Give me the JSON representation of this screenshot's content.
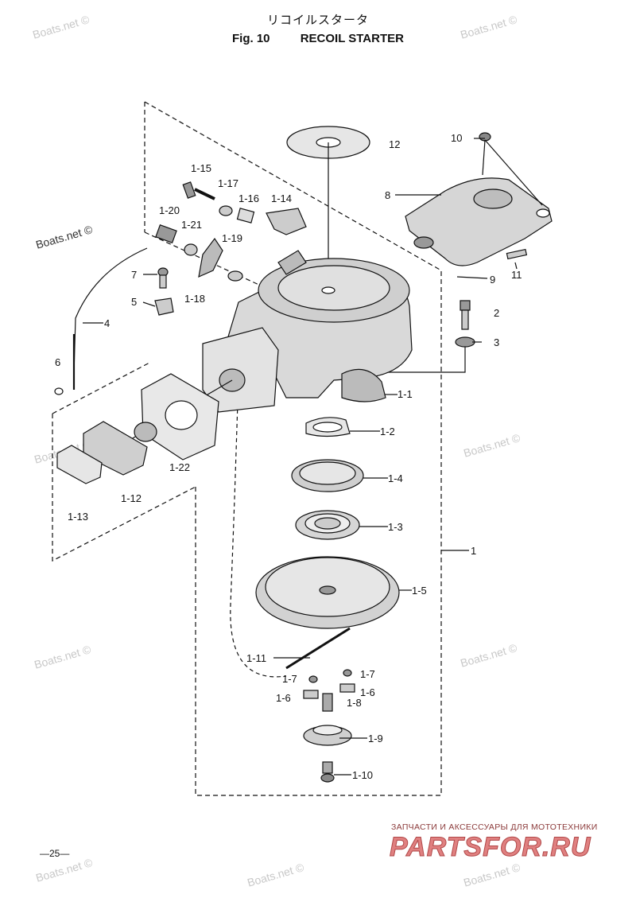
{
  "title": {
    "japanese": "リコイルスタータ",
    "fig": "Fig. 10",
    "name": "RECOIL STARTER"
  },
  "watermark": "Boats.net ©",
  "page_number": "—25—",
  "brand": {
    "tagline": "ЗАПЧАСТИ И АКСЕССУАРЫ ДЛЯ МОТОТЕХНИКИ",
    "logo": "PARTSFOR.RU"
  },
  "callouts": [
    "1",
    "1-1",
    "1-2",
    "1-3",
    "1-4",
    "1-5",
    "1-6",
    "1-6",
    "1-7",
    "1-7",
    "1-8",
    "1-9",
    "1-10",
    "1-11",
    "1-12",
    "1-13",
    "1-14",
    "1-15",
    "1-16",
    "1-17",
    "1-18",
    "1-19",
    "1-20",
    "1-21",
    "1-22",
    "2",
    "3",
    "4",
    "5",
    "6",
    "7",
    "8",
    "9",
    "10",
    "11",
    "12"
  ],
  "colors": {
    "line": "#111111",
    "fill_light": "#d9d9d9",
    "fill_mid": "#bdbdbd",
    "watermark": "#c8c8c8",
    "brand_red": "#e08080"
  }
}
